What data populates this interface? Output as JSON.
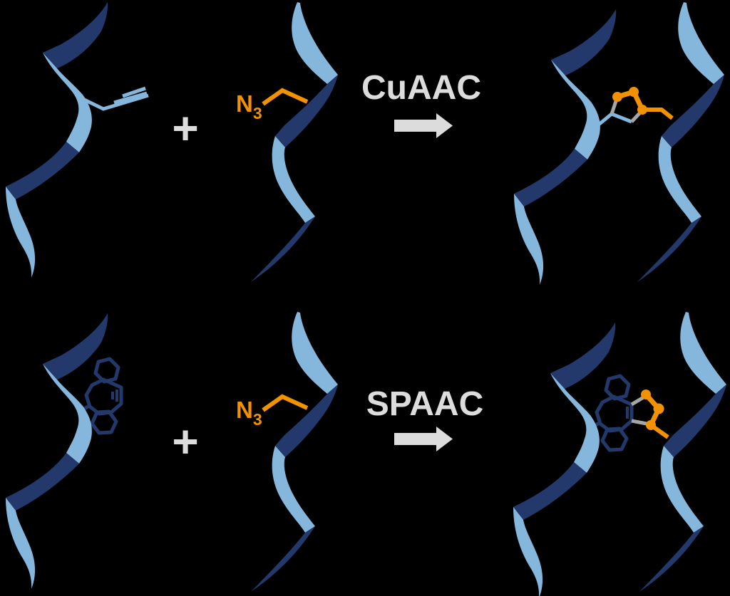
{
  "scheme": {
    "background": "#000000",
    "rows": [
      {
        "name": "cuaac-reaction",
        "reaction_label": "CuAAC",
        "plus_sign": "+",
        "azide_label": {
          "symbol": "N",
          "subscript": "3"
        },
        "left_reactant": "dna-strand-with-terminal-alkyne",
        "right_reactant": "dna-strand-with-azide",
        "product": "dna-strands-joined-by-triazole-ring"
      },
      {
        "name": "spaac-reaction",
        "reaction_label": "SPAAC",
        "plus_sign": "+",
        "azide_label": {
          "symbol": "N",
          "subscript": "3"
        },
        "left_reactant": "dna-strand-with-dibenzocyclooctyne",
        "right_reactant": "dna-strand-with-azide",
        "product": "dna-strands-joined-by-fused-triazole"
      }
    ],
    "colors": {
      "strand_light_blue": "#85B6DC",
      "strand_dark_navy": "#24396B",
      "azide_orange": "#F29200",
      "label_gray": "#DCDCDC",
      "bond_gray": "#A6A6A6"
    }
  }
}
